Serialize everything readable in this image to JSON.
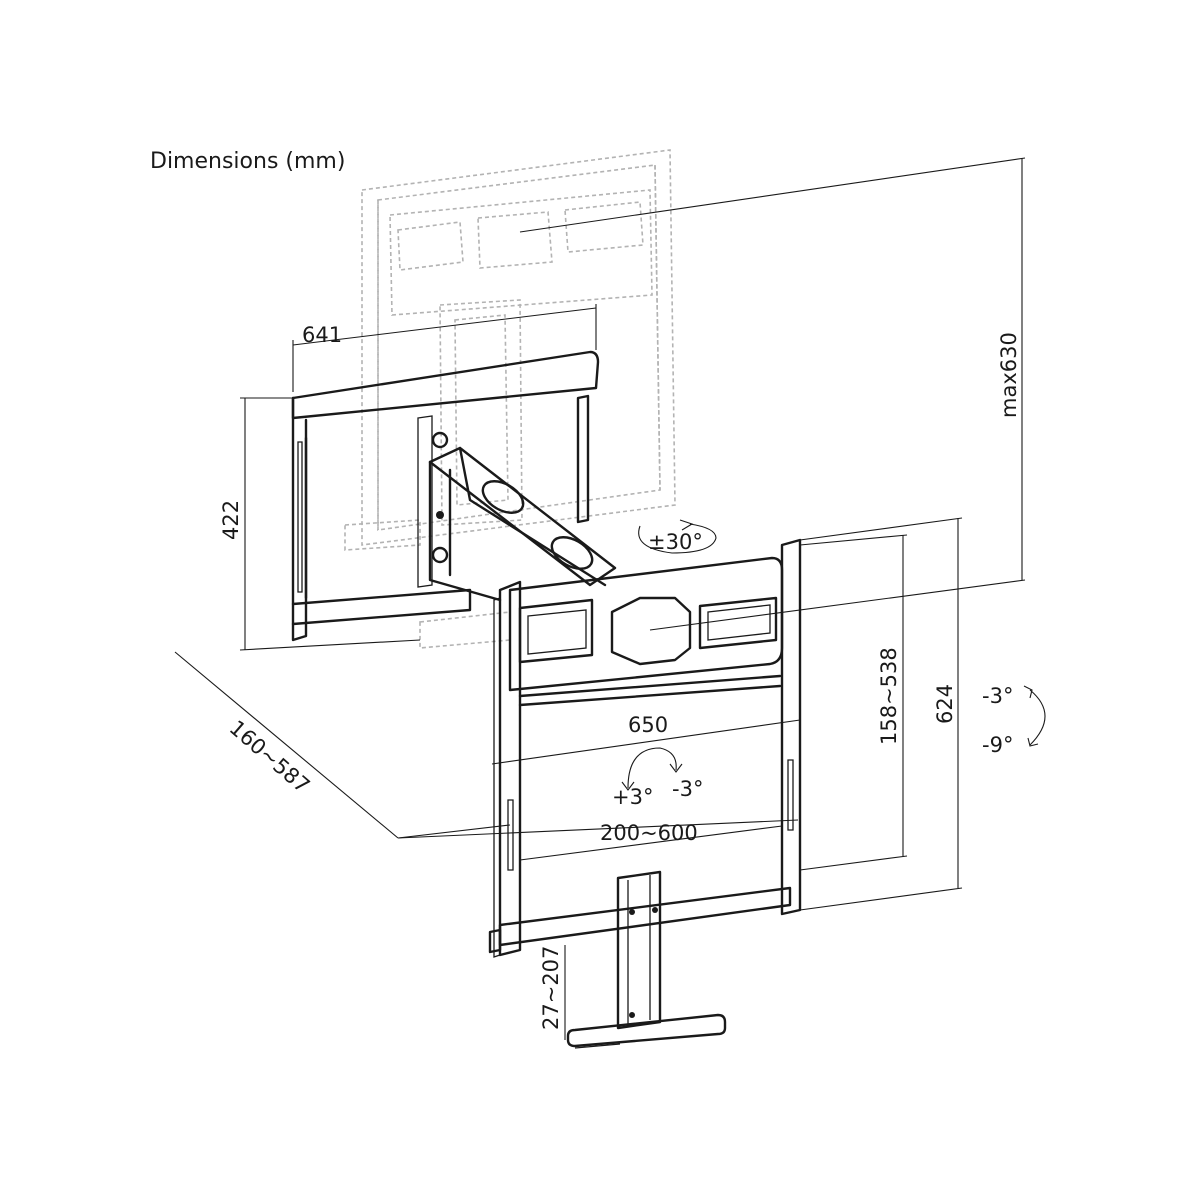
{
  "title": "Dimensions (mm)",
  "labels": {
    "width_top_plate": "641",
    "height_top_plate": "422",
    "height_max": "max630",
    "swivel": "±30°",
    "depth_range": "160~587",
    "width_main": "650",
    "tilt_left": "+3°",
    "tilt_right": "-3°",
    "vesa_horizontal": "200~600",
    "vesa_vertical": "158~538",
    "frame_height": "624",
    "tilt_up": "-3°",
    "tilt_down": "-9°",
    "drop_range": "27~207"
  },
  "colors": {
    "line": "#1a1a1a",
    "ghost": "#b3b3b3",
    "background": "#ffffff"
  }
}
